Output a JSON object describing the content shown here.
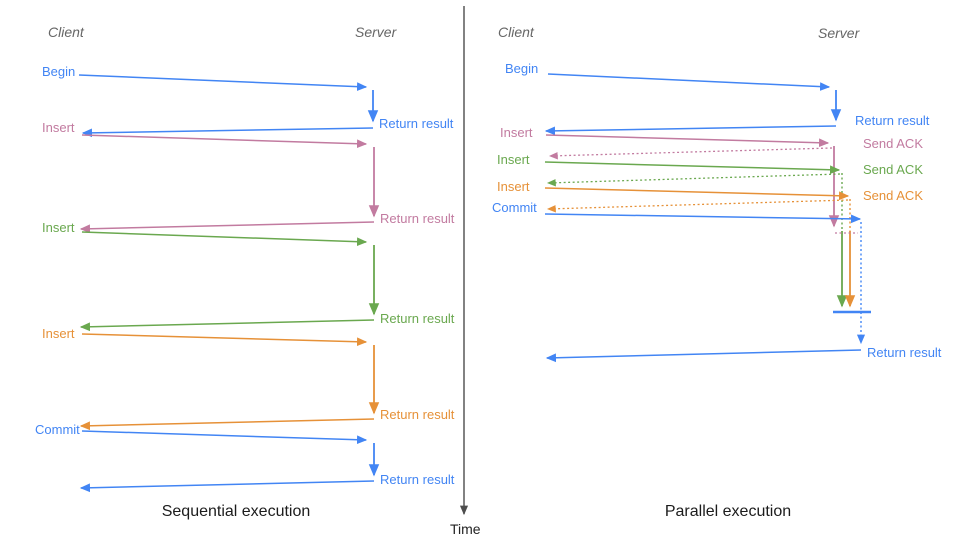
{
  "colors": {
    "blue": "#4285f4",
    "pink": "#c27ba0",
    "green": "#6aa84f",
    "orange": "#e69138",
    "axis": "#4d4d4d",
    "title": "#1c1c1c",
    "header_gray": "#666666"
  },
  "time_axis": {
    "label": "Time"
  },
  "sequential": {
    "title": "Sequential execution",
    "client_header": "Client",
    "server_header": "Server",
    "operations": [
      {
        "request": "Begin",
        "response": "Return result",
        "color": "#4285f4"
      },
      {
        "request": "Insert",
        "response": "Return result",
        "color": "#c27ba0"
      },
      {
        "request": "Insert",
        "response": "Return result",
        "color": "#6aa84f"
      },
      {
        "request": "Insert",
        "response": "Return result",
        "color": "#e69138"
      },
      {
        "request": "Commit",
        "response": "Return result",
        "color": "#4285f4"
      }
    ]
  },
  "parallel": {
    "title": "Parallel execution",
    "client_header": "Client",
    "server_header": "Server",
    "operations": [
      {
        "request": "Begin",
        "response": "Return result",
        "color": "#4285f4"
      },
      {
        "request": "Insert",
        "response": "Send ACK",
        "color": "#c27ba0"
      },
      {
        "request": "Insert",
        "response": "Send ACK",
        "color": "#6aa84f"
      },
      {
        "request": "Insert",
        "response": "Send ACK",
        "color": "#e69138"
      },
      {
        "request": "Commit",
        "response": "Return result",
        "color": "#4285f4"
      }
    ]
  }
}
